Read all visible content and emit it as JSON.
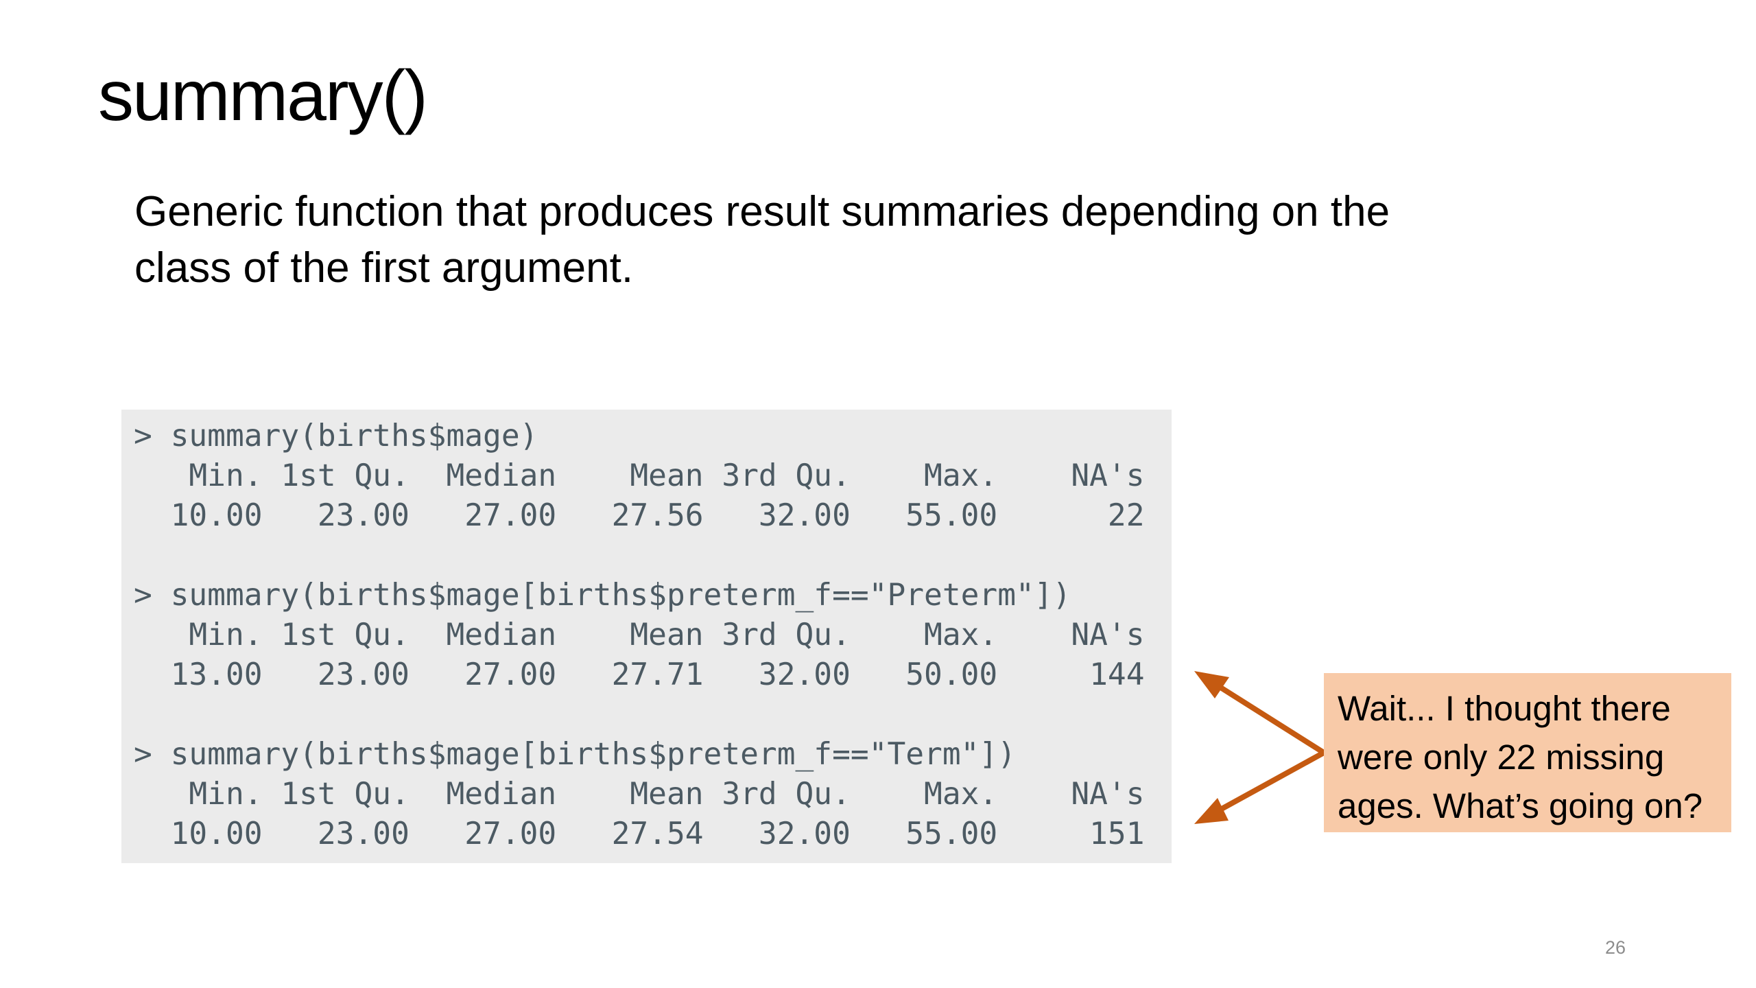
{
  "slide": {
    "title": "summary()",
    "subtitle_lines": [
      "Generic function that produces result summaries depending on the",
      "class of the first argument."
    ],
    "page_number": "26",
    "colors": {
      "code_background": "#ebebeb",
      "code_text": "#4c5a63",
      "callout_background": "#f8caa8",
      "arrow": "#c55a11"
    }
  },
  "code": {
    "lines": [
      "> summary(births$mage)",
      "   Min. 1st Qu.  Median    Mean 3rd Qu.    Max.    NA's ",
      "  10.00   23.00   27.00   27.56   32.00   55.00      22 ",
      "",
      "> summary(births$mage[births$preterm_f==\"Preterm\"])",
      "   Min. 1st Qu.  Median    Mean 3rd Qu.    Max.    NA's ",
      "  13.00   23.00   27.00   27.71   32.00   50.00     144 ",
      "",
      "> summary(births$mage[births$preterm_f==\"Term\"])",
      "   Min. 1st Qu.  Median    Mean 3rd Qu.    Max.    NA's ",
      "  10.00   23.00   27.00   27.54   32.00   55.00     151 "
    ]
  },
  "callout": {
    "lines": [
      "Wait... I thought there",
      "were only 22 missing",
      "ages. What’s going on?"
    ]
  }
}
